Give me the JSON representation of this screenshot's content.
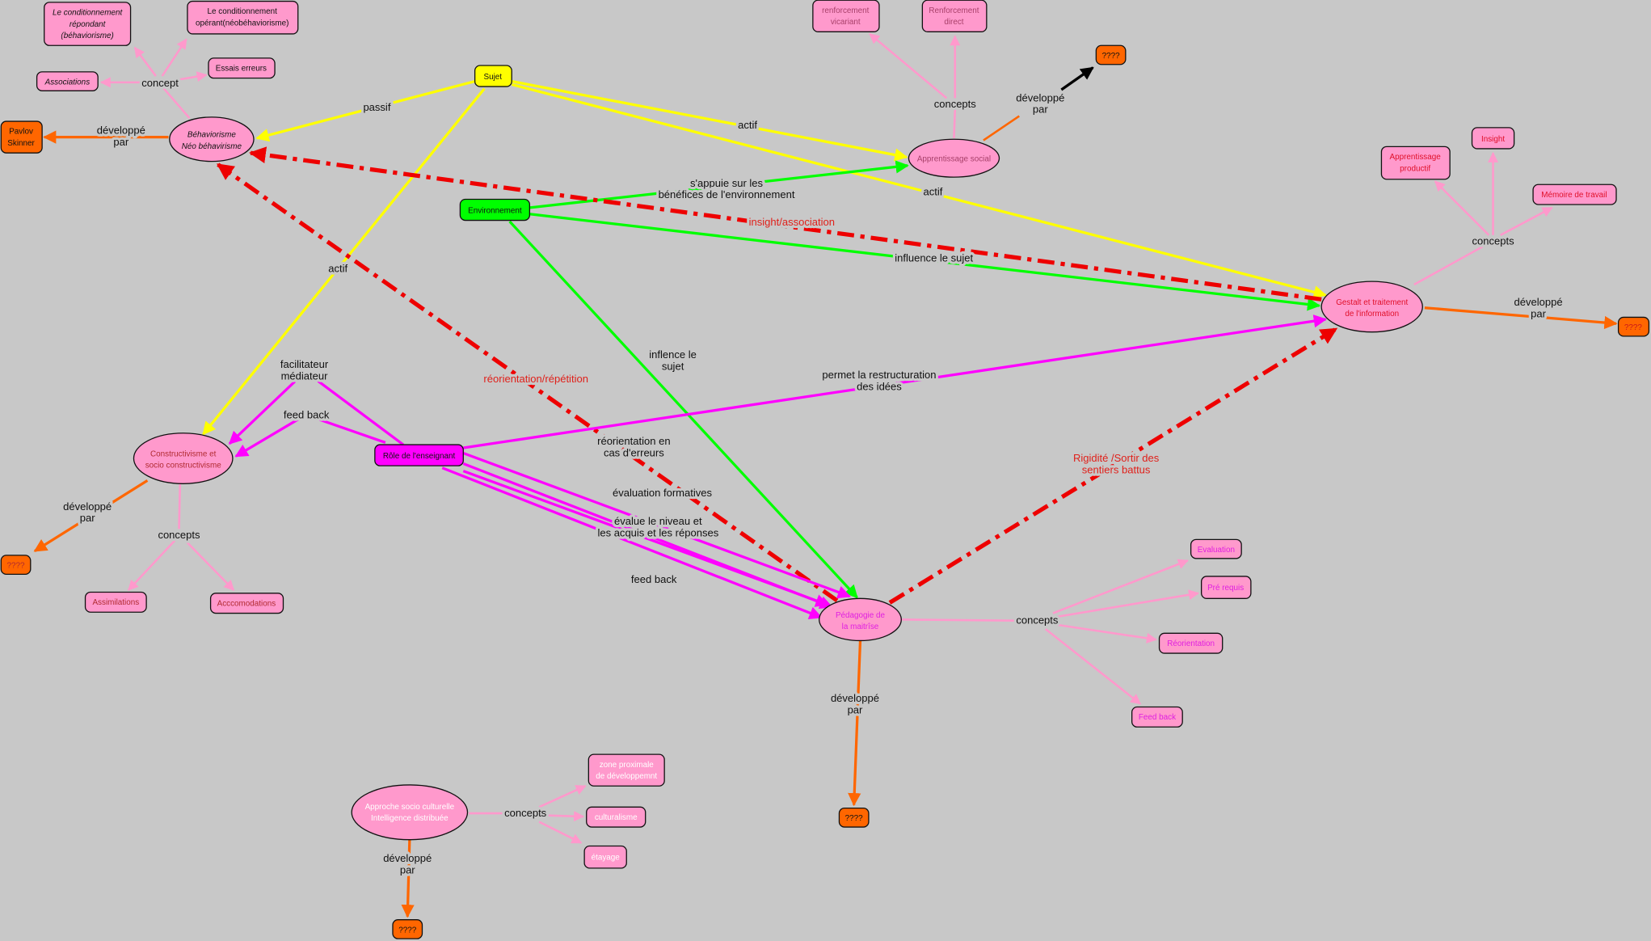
{
  "colors": {
    "background": "#c8c8c8",
    "pink": "#ff99cc",
    "orange": "#ff6600",
    "yellow": "#ffff00",
    "green": "#00ff00",
    "magenta": "#ff00ff",
    "red": "#ee0000"
  },
  "nodes": {
    "cond_repondant": [
      "Le conditionnement",
      "répondant",
      "(béhaviorisme)"
    ],
    "cond_operant": [
      "Le conditionnement",
      "opérant(néobéhaviorisme)"
    ],
    "essais": [
      "Essais erreurs"
    ],
    "associations": [
      "Associations"
    ],
    "pavlov": [
      "Pavlov",
      "Skinner"
    ],
    "behaviorisme": [
      "Béhaviorisme",
      "Néo béhavirisme"
    ],
    "sujet": [
      "Sujet"
    ],
    "environnement": [
      "Environnement"
    ],
    "apprentissage_social": [
      "Apprentissage social"
    ],
    "renforcement_vicariant": [
      "renforcement",
      "vicariant"
    ],
    "renforcement_direct": [
      "Renforcement",
      "direct"
    ],
    "unknown_social": [
      "????"
    ],
    "gestalt": [
      "Gestalt et traitement",
      "de l'information"
    ],
    "apprentissage_productif": [
      "Apprentissage",
      "productif"
    ],
    "insight": [
      "Insight"
    ],
    "memoire": [
      "Mémoire de travail"
    ],
    "unknown_gestalt": [
      "????"
    ],
    "constructivisme": [
      "Constructivisme et",
      "socio constructivisme"
    ],
    "unknown_constructivisme": [
      "????"
    ],
    "assimilations": [
      "Assimilations"
    ],
    "accomodations": [
      "Acccomodations"
    ],
    "role": [
      "Rôle de l'enseignant"
    ],
    "pedagogie": [
      "Pédagogie de",
      "la maitrîse"
    ],
    "evaluation": [
      "Evaluation"
    ],
    "prerequis": [
      "Pré requis"
    ],
    "reorientation": [
      "Réorientation"
    ],
    "feedback": [
      "Feed back"
    ],
    "unknown_pedagogie": [
      "????"
    ],
    "approche": [
      "Approche socio culturelle",
      "Intelligence distribuée"
    ],
    "zone": [
      "zone proximale",
      "de développemnt"
    ],
    "culturalisme": [
      "culturalisme"
    ],
    "etayage": [
      "étayage"
    ],
    "unknown_approche": [
      "????"
    ]
  },
  "labels": {
    "concept_beh": [
      "concept"
    ],
    "dev_beh": [
      "développé",
      "par"
    ],
    "passif": [
      "passif"
    ],
    "actif_constr": [
      "actif"
    ],
    "actif_social": [
      "actif"
    ],
    "actif_gestalt": [
      "actif"
    ],
    "appuie": [
      "s'appuie sur les",
      "bénéfices de l'environnement"
    ],
    "influence": [
      "influence le sujet"
    ],
    "inflence": [
      "inflence le",
      "sujet"
    ],
    "insight_assoc": [
      "insight/association"
    ],
    "reorient_rep": [
      "réorientation/répétition"
    ],
    "rigidite": [
      "Rigidité /Sortir des",
      "sentiers battus"
    ],
    "concepts_social": [
      "concepts"
    ],
    "dev_social": [
      "développé",
      "par"
    ],
    "concepts_gestalt": [
      "concepts"
    ],
    "dev_gestalt": [
      "développé",
      "par"
    ],
    "dev_constr": [
      "développé",
      "par"
    ],
    "concepts_constr": [
      "concepts"
    ],
    "facilitateur": [
      "facilitateur",
      "médiateur"
    ],
    "feedback_constr": [
      "feed back"
    ],
    "restructuration": [
      "permet la restructuration",
      "des idées"
    ],
    "reorient_erreurs": [
      "réorientation en",
      "cas d'erreurs"
    ],
    "eval_form": [
      "évaluation formatives"
    ],
    "evalue": [
      "évalue le niveau et",
      "les acquis et les réponses"
    ],
    "feedback_peda": [
      "feed back"
    ],
    "concepts_peda": [
      "concepts"
    ],
    "dev_peda": [
      "développé",
      "par"
    ],
    "concepts_approche": [
      "concepts"
    ],
    "dev_approche": [
      "développé",
      "par"
    ]
  }
}
